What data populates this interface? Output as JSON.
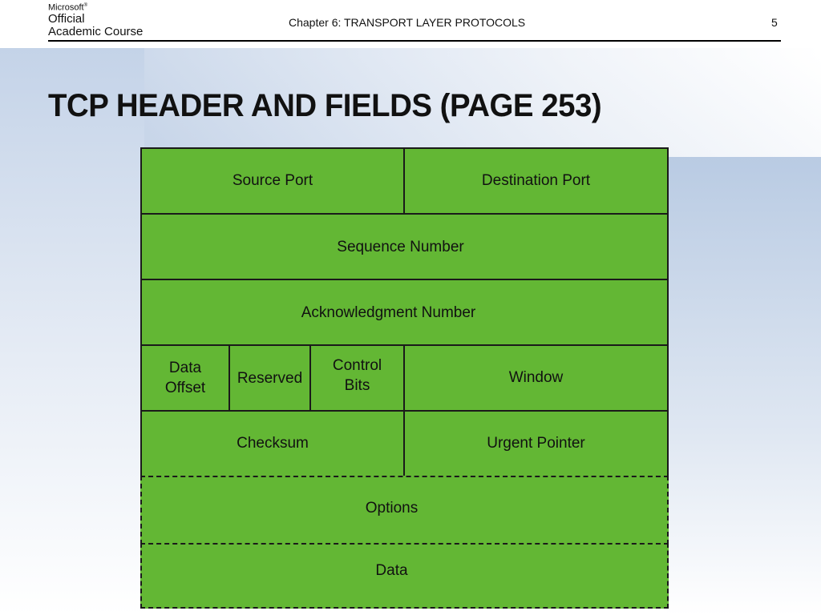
{
  "header": {
    "logo": {
      "brand": "Microsoft",
      "line1": "Official",
      "line2": "Academic Course"
    },
    "chapter": "Chapter 6: TRANSPORT LAYER PROTOCOLS",
    "page_number": "5"
  },
  "title": "TCP HEADER AND FIELDS (PAGE 253)",
  "diagram": {
    "fill_color": "#63b734",
    "border_color": "#1a1a1a",
    "fields": {
      "source_port": "Source Port",
      "destination_port": "Destination Port",
      "sequence_number": "Sequence Number",
      "acknowledgment_number": "Acknowledgment Number",
      "data_offset_line1": "Data",
      "data_offset_line2": "Offset",
      "reserved": "Reserved",
      "control_bits_line1": "Control",
      "control_bits_line2": "Bits",
      "window": "Window",
      "checksum": "Checksum",
      "urgent_pointer": "Urgent Pointer",
      "options": "Options",
      "data": "Data"
    }
  }
}
